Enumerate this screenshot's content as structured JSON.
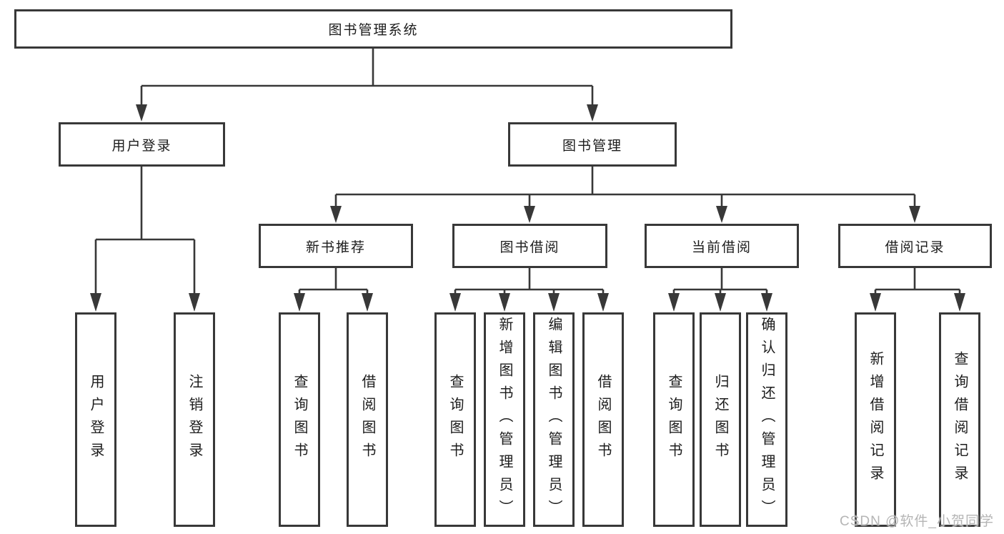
{
  "tree": {
    "root": {
      "label": "图书管理系统",
      "children": [
        {
          "label": "用户登录",
          "children": [
            {
              "label": "用户登录"
            },
            {
              "label": "注销登录"
            }
          ]
        },
        {
          "label": "图书管理",
          "children": [
            {
              "label": "新书推荐",
              "children": [
                {
                  "label": "查询图书"
                },
                {
                  "label": "借阅图书"
                }
              ]
            },
            {
              "label": "图书借阅",
              "children": [
                {
                  "label": "查询图书"
                },
                {
                  "label": "新增图书（管理员）"
                },
                {
                  "label": "编辑图书（管理员）"
                },
                {
                  "label": "借阅图书"
                }
              ]
            },
            {
              "label": "当前借阅",
              "children": [
                {
                  "label": "查询图书"
                },
                {
                  "label": "归还图书"
                },
                {
                  "label": "确认归还（管理员）"
                }
              ]
            },
            {
              "label": "借阅记录",
              "children": [
                {
                  "label": "新增借阅记录"
                },
                {
                  "label": "查询借阅记录"
                }
              ]
            }
          ]
        }
      ]
    }
  },
  "watermark": {
    "text": "CSDN @软件_小贺同学"
  },
  "colors": {
    "line": "#383838",
    "box_border": "#383838",
    "box_fill": "#ffffff",
    "text": "#1c1c1c",
    "watermark": "#b5b5b5"
  }
}
